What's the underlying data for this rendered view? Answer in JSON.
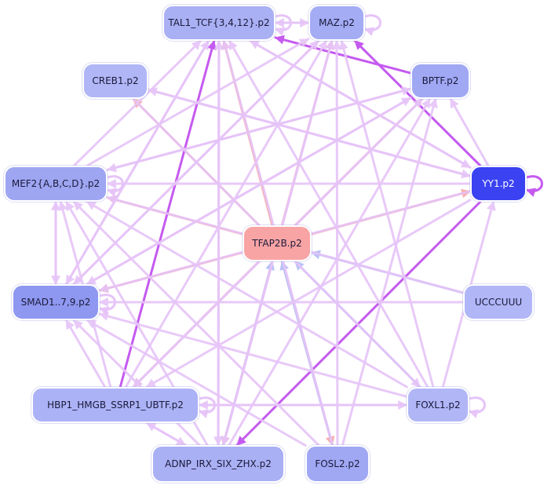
{
  "nodes": [
    {
      "id": "tal1",
      "label": "TAL1_TCF{3,4,12}.p2",
      "color": "#aab0f4"
    },
    {
      "id": "maz",
      "label": "MAZ.p2",
      "color": "#a4acf4"
    },
    {
      "id": "creb1",
      "label": "CREB1.p2",
      "color": "#b0b6f6"
    },
    {
      "id": "bptf",
      "label": "BPTF.p2",
      "color": "#a0a8f4"
    },
    {
      "id": "mef2",
      "label": "MEF2{A,B,C,D}.p2",
      "color": "#9ea6f2"
    },
    {
      "id": "yy1",
      "label": "YY1.p2",
      "color": "#3a42f2",
      "text_color": "#ffffff"
    },
    {
      "id": "tfap2b",
      "label": "TFAP2B.p2",
      "color": "#f8a4a4"
    },
    {
      "id": "smad",
      "label": "SMAD1..7,9.p2",
      "color": "#8f98f0"
    },
    {
      "id": "ucccuuu",
      "label": "UCCCUUU",
      "color": "#b0b6f6"
    },
    {
      "id": "hbp1",
      "label": "HBP1_HMGB_SSRP1_UBTF.p2",
      "color": "#acb2f6"
    },
    {
      "id": "foxl1",
      "label": "FOXL1.p2",
      "color": "#b0b6f6"
    },
    {
      "id": "adnp",
      "label": "ADNP_IRX_SIX_ZHX.p2",
      "color": "#aab0f4"
    },
    {
      "id": "fosl2",
      "label": "FOSL2.p2",
      "color": "#a0a8f4"
    }
  ],
  "edge_colors": {
    "light": "#e6c4f8",
    "purple": "#c55af0",
    "salmon": "#f9afae",
    "blue": "#b8c2f6"
  },
  "edges": [
    {
      "from": "tfap2b",
      "to": "tal1",
      "color": "salmon"
    },
    {
      "from": "tfap2b",
      "to": "maz",
      "color": "salmon"
    },
    {
      "from": "tfap2b",
      "to": "creb1",
      "color": "salmon"
    },
    {
      "from": "tfap2b",
      "to": "bptf",
      "color": "salmon"
    },
    {
      "from": "tfap2b",
      "to": "mef2",
      "color": "salmon"
    },
    {
      "from": "tfap2b",
      "to": "yy1",
      "color": "salmon"
    },
    {
      "from": "tfap2b",
      "to": "smad",
      "color": "salmon"
    },
    {
      "from": "tfap2b",
      "to": "hbp1",
      "color": "salmon"
    },
    {
      "from": "tfap2b",
      "to": "adnp",
      "color": "salmon"
    },
    {
      "from": "tfap2b",
      "to": "fosl2",
      "color": "salmon"
    },
    {
      "from": "ucccuuu",
      "to": "tfap2b",
      "color": "blue"
    },
    {
      "from": "foxl1",
      "to": "tfap2b",
      "color": "blue"
    },
    {
      "from": "fosl2",
      "to": "tfap2b",
      "color": "blue"
    },
    {
      "from": "adnp",
      "to": "tfap2b",
      "color": "blue"
    },
    {
      "from": "hbp1",
      "to": "tal1",
      "color": "purple"
    },
    {
      "from": "yy1",
      "to": "maz",
      "color": "purple"
    },
    {
      "from": "yy1",
      "to": "adnp",
      "color": "purple"
    },
    {
      "from": "bptf",
      "to": "tal1",
      "color": "purple"
    },
    {
      "from": "yy1",
      "to": "mef2",
      "color": "light"
    },
    {
      "from": "yy1",
      "to": "smad",
      "color": "light"
    },
    {
      "from": "yy1",
      "to": "creb1",
      "color": "light"
    },
    {
      "from": "yy1",
      "to": "hbp1",
      "color": "light"
    },
    {
      "from": "yy1",
      "to": "tal1",
      "color": "light"
    },
    {
      "from": "yy1",
      "to": "bptf",
      "color": "light"
    },
    {
      "from": "foxl1",
      "to": "yy1",
      "color": "light"
    },
    {
      "from": "mef2",
      "to": "tal1",
      "color": "light"
    },
    {
      "from": "mef2",
      "to": "maz",
      "color": "light"
    },
    {
      "from": "mef2",
      "to": "bptf",
      "color": "light"
    },
    {
      "from": "mef2",
      "to": "smad",
      "color": "light"
    },
    {
      "from": "smad",
      "to": "mef2",
      "color": "light"
    },
    {
      "from": "smad",
      "to": "tal1",
      "color": "light"
    },
    {
      "from": "smad",
      "to": "maz",
      "color": "light"
    },
    {
      "from": "smad",
      "to": "bptf",
      "color": "light"
    },
    {
      "from": "hbp1",
      "to": "mef2",
      "color": "light"
    },
    {
      "from": "hbp1",
      "to": "smad",
      "color": "light"
    },
    {
      "from": "hbp1",
      "to": "maz",
      "color": "light"
    },
    {
      "from": "hbp1",
      "to": "bptf",
      "color": "light"
    },
    {
      "from": "hbp1",
      "to": "foxl1",
      "color": "light"
    },
    {
      "from": "hbp1",
      "to": "adnp",
      "color": "light"
    },
    {
      "from": "adnp",
      "to": "tal1",
      "color": "light"
    },
    {
      "from": "adnp",
      "to": "mef2",
      "color": "light"
    },
    {
      "from": "adnp",
      "to": "smad",
      "color": "light"
    },
    {
      "from": "adnp",
      "to": "maz",
      "color": "light"
    },
    {
      "from": "adnp",
      "to": "bptf",
      "color": "light"
    },
    {
      "from": "adnp",
      "to": "hbp1",
      "color": "light"
    },
    {
      "from": "foxl1",
      "to": "tal1",
      "color": "light"
    },
    {
      "from": "foxl1",
      "to": "mef2",
      "color": "light"
    },
    {
      "from": "foxl1",
      "to": "smad",
      "color": "light"
    },
    {
      "from": "foxl1",
      "to": "maz",
      "color": "light"
    },
    {
      "from": "foxl1",
      "to": "hbp1",
      "color": "light"
    },
    {
      "from": "ucccuuu",
      "to": "smad",
      "color": "light"
    },
    {
      "from": "ucccuuu",
      "to": "mef2",
      "color": "light"
    },
    {
      "from": "fosl2",
      "to": "tal1",
      "color": "light"
    },
    {
      "from": "fosl2",
      "to": "mef2",
      "color": "light"
    },
    {
      "from": "fosl2",
      "to": "smad",
      "color": "light"
    },
    {
      "from": "fosl2",
      "to": "bptf",
      "color": "light"
    },
    {
      "from": "fosl2",
      "to": "maz",
      "color": "light"
    },
    {
      "from": "maz",
      "to": "tal1",
      "color": "light"
    },
    {
      "from": "maz",
      "to": "smad",
      "color": "light"
    },
    {
      "from": "maz",
      "to": "adnp",
      "color": "light"
    },
    {
      "from": "tal1",
      "to": "smad",
      "color": "light"
    },
    {
      "from": "tal1",
      "to": "yy1",
      "color": "light"
    },
    {
      "from": "tal1",
      "to": "maz",
      "color": "light"
    },
    {
      "from": "tal1",
      "to": "adnp",
      "color": "light"
    },
    {
      "from": "bptf",
      "to": "mef2",
      "color": "light"
    },
    {
      "from": "bptf",
      "to": "smad",
      "color": "light"
    },
    {
      "from": "bptf",
      "to": "hbp1",
      "color": "light"
    },
    {
      "from": "creb1",
      "to": "yy1",
      "color": "light"
    },
    {
      "from": "creb1",
      "to": "foxl1",
      "color": "light"
    }
  ],
  "self_loops": [
    {
      "node": "tal1",
      "color": "light"
    },
    {
      "node": "maz",
      "color": "light"
    },
    {
      "node": "mef2",
      "color": "light"
    },
    {
      "node": "yy1",
      "color": "purple"
    },
    {
      "node": "smad",
      "color": "light"
    },
    {
      "node": "hbp1",
      "color": "light"
    },
    {
      "node": "foxl1",
      "color": "light"
    }
  ]
}
